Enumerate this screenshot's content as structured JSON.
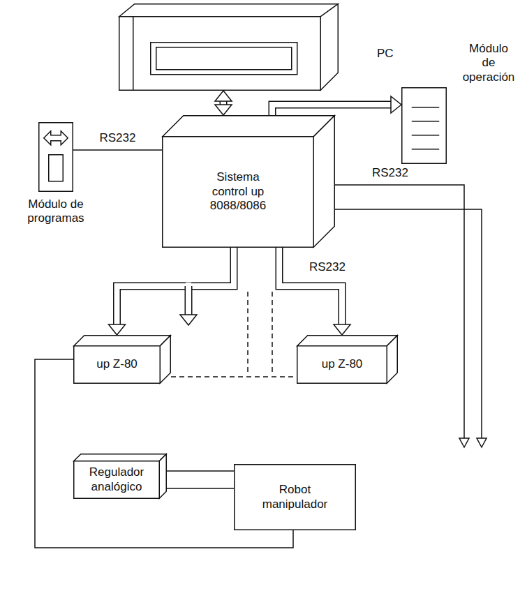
{
  "diagram": {
    "nodes": [
      {
        "text": [
          "PC"
        ]
      },
      {
        "text": [
          "Módulo de operación"
        ]
      },
      {
        "text": [
          "Módulo de programas"
        ]
      },
      {
        "text": [
          "Sistema control up 8088/8086"
        ]
      },
      {
        "text": [
          "up Z-80"
        ]
      },
      {
        "text": [
          "up Z-80"
        ]
      },
      {
        "text": [
          "Regulador analógico"
        ]
      },
      {
        "text": [
          "Robot manipulador"
        ]
      }
    ],
    "edges": [
      {
        "from": 0,
        "to": 3,
        "arrow": "both"
      },
      {
        "from": 3,
        "to": 1,
        "arrow": "to"
      },
      {
        "from": 2,
        "to": 3,
        "label": "RS232",
        "arrow": "none"
      },
      {
        "from": 3,
        "to": 4,
        "arrow": "to"
      },
      {
        "from": 3,
        "to": 5,
        "arrow": "to"
      },
      {
        "from": 4,
        "to": 5,
        "arrow": "none"
      },
      {
        "from": 6,
        "to": 7,
        "arrow": "none"
      },
      {
        "from": 6,
        "to": 7,
        "arrow": "none"
      },
      {
        "from": 4,
        "to": 7,
        "arrow": "none"
      }
    ],
    "labels": [
      "RS232",
      "RS232"
    ]
  }
}
